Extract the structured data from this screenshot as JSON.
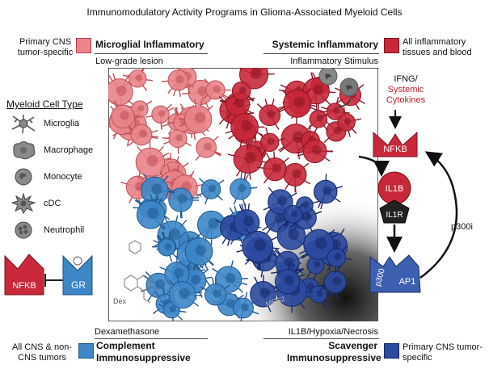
{
  "title": "Immunomodulatory Activity Programs in Glioma-Associated Myeloid Cells",
  "quadrants": {
    "top_left": {
      "scope": "Primary CNS tumor-specific",
      "name": "Microglial Inflammatory",
      "context": "Low-grade lesion",
      "color": "#e8848a"
    },
    "top_right": {
      "scope": "All inflammatory tissues and blood",
      "name": "Systemic Inflammatory",
      "context": "Inflammatory Stimulus",
      "color": "#c8283a"
    },
    "bottom_left": {
      "scope": "All CNS & non-CNS tumors",
      "name": "Complement Immunosuppressive",
      "context": "Dexamethasone",
      "color": "#3d86c8"
    },
    "bottom_right": {
      "scope": "Primary CNS tumor-specific",
      "name": "Scavenger Immunosuppressive",
      "context": "IL1B/Hypoxia/Necrosis",
      "color": "#2b4aa0"
    }
  },
  "legend": {
    "title": "Myeloid Cell Type",
    "items": [
      {
        "label": "Microglia",
        "icon": "microglia-icon"
      },
      {
        "label": "Macrophage",
        "icon": "macrophage-icon"
      },
      {
        "label": "Monocyte",
        "icon": "monocyte-icon"
      },
      {
        "label": "cDC",
        "icon": "cdc-icon"
      },
      {
        "label": "Neutrophil",
        "icon": "neutrophil-icon"
      }
    ]
  },
  "left_pathway": {
    "nfkb": "NFKB",
    "gr": "GR"
  },
  "image_labels": {
    "dex": "Dex",
    "mes2": "MES2"
  },
  "right_pathway": {
    "stimulus_line1": "IFNG/",
    "stimulus_line2": "Systemic",
    "stimulus_line3": "Cytokines",
    "nfkb": "NFKB",
    "il1b": "IL1B",
    "il1r": "IL1R",
    "p300": "p300",
    "ap1": "AP1",
    "p300i": "p300i"
  }
}
